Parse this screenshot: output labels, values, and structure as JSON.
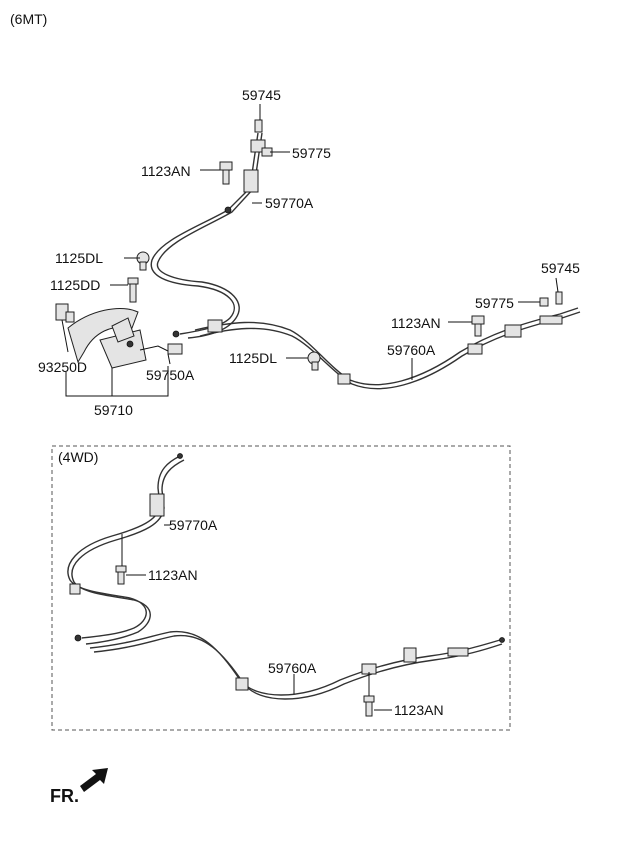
{
  "variant_label": "(6MT)",
  "inset_label": "(4WD)",
  "direction_label": "FR.",
  "parts": {
    "p59745_top": "59745",
    "p59775_top": "59775",
    "p1123AN_top": "1123AN",
    "p59770A_top": "59770A",
    "p1125DL_left": "1125DL",
    "p1125DD": "1125DD",
    "p59745_right": "59745",
    "p59775_right": "59775",
    "p1123AN_right": "1123AN",
    "p93250D": "93250D",
    "p59750A": "59750A",
    "p1125DL_mid": "1125DL",
    "p59760A_top": "59760A",
    "p59710": "59710",
    "p59770A_4wd": "59770A",
    "p1123AN_4wd_left": "1123AN",
    "p59760A_4wd": "59760A",
    "p1123AN_4wd_bottom": "1123AN"
  }
}
